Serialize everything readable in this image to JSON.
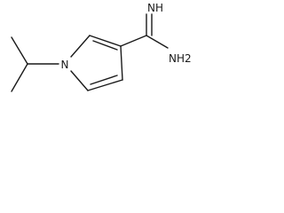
{
  "structure": {
    "atoms": {
      "ring_nitrogen": "N",
      "imine_group": "NH",
      "amine_group": "NH2"
    },
    "colors": {
      "bond": "#1a1a1a",
      "background": "#ffffff"
    }
  }
}
